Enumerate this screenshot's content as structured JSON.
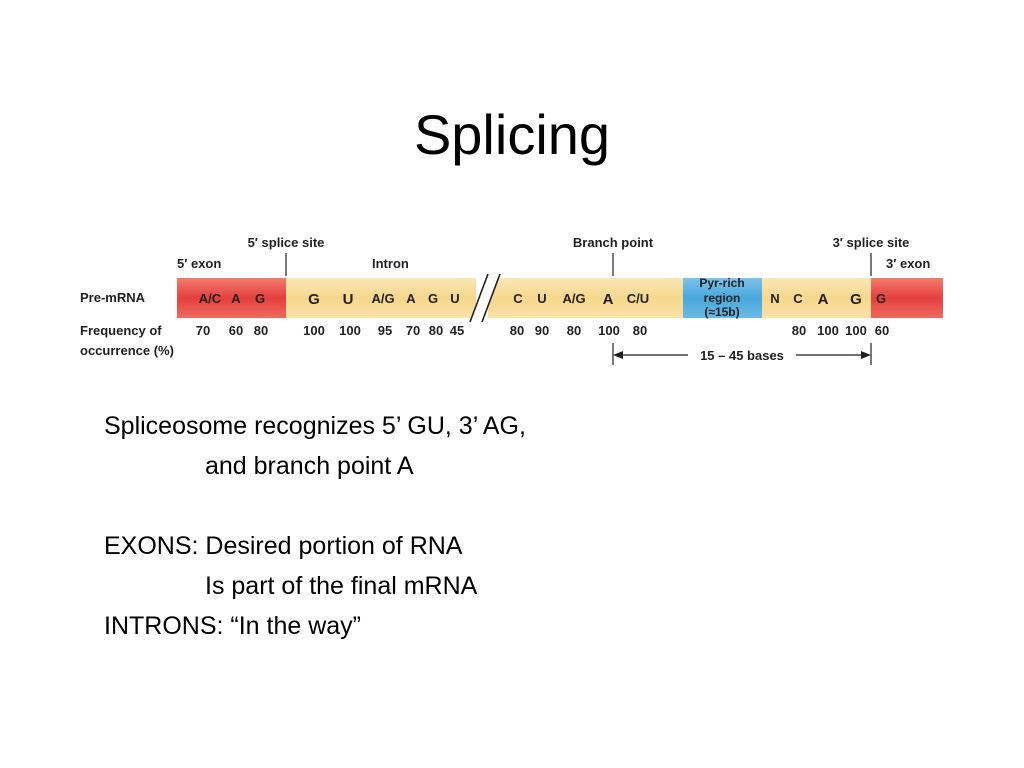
{
  "slide": {
    "title": "Splicing",
    "body_lines": [
      "Spliceosome recognizes 5’ GU, 3’ AG,",
      "and branch point A",
      "",
      "EXONS: Desired portion of RNA",
      "Is part of the final mRNA",
      "INTRONS: “In the way”"
    ]
  },
  "diagram": {
    "labels": {
      "five_prime_splice_site": "5′ splice site",
      "five_prime_exon": "5′ exon",
      "intron": "Intron",
      "branch_point": "Branch point",
      "three_prime_splice_site": "3′ splice site",
      "three_prime_exon": "3′ exon",
      "pre_mrna": "Pre-mRNA",
      "frequency_line1": "Frequency of",
      "frequency_line2": "occurrence (%)",
      "span": "15 – 45 bases"
    },
    "pyr_rich": [
      "Pyr-rich",
      "region",
      "(≈15b)"
    ],
    "colors": {
      "exon": "#e5403e",
      "intron": "#f6d78c",
      "pyr_region": "#48a8dd",
      "text": "#231f20"
    },
    "nucleotides": [
      {
        "text": "A/C",
        "freq": "70"
      },
      {
        "text": "A",
        "freq": "60"
      },
      {
        "text": "G",
        "freq": "80"
      },
      {
        "text": "G",
        "freq": "100",
        "bold": true
      },
      {
        "text": "U",
        "freq": "100",
        "bold": true
      },
      {
        "text": "A/G",
        "freq": "95"
      },
      {
        "text": "A",
        "freq": "70"
      },
      {
        "text": "G",
        "freq": "80"
      },
      {
        "text": "U",
        "freq": "45"
      },
      {
        "text": "C",
        "freq": "80"
      },
      {
        "text": "U",
        "freq": "90"
      },
      {
        "text": "A/G",
        "freq": "80"
      },
      {
        "text": "A",
        "freq": "100",
        "bold": true
      },
      {
        "text": "C/U",
        "freq": "80"
      },
      {
        "text": "N",
        "freq": ""
      },
      {
        "text": "C",
        "freq": ""
      },
      {
        "text": "A",
        "freq": "80",
        "bold": true
      },
      {
        "text": "G",
        "freq": "100",
        "bold": true
      },
      {
        "text": "G",
        "freq": "100"
      },
      {
        "text": "",
        "freq": "60"
      }
    ]
  }
}
